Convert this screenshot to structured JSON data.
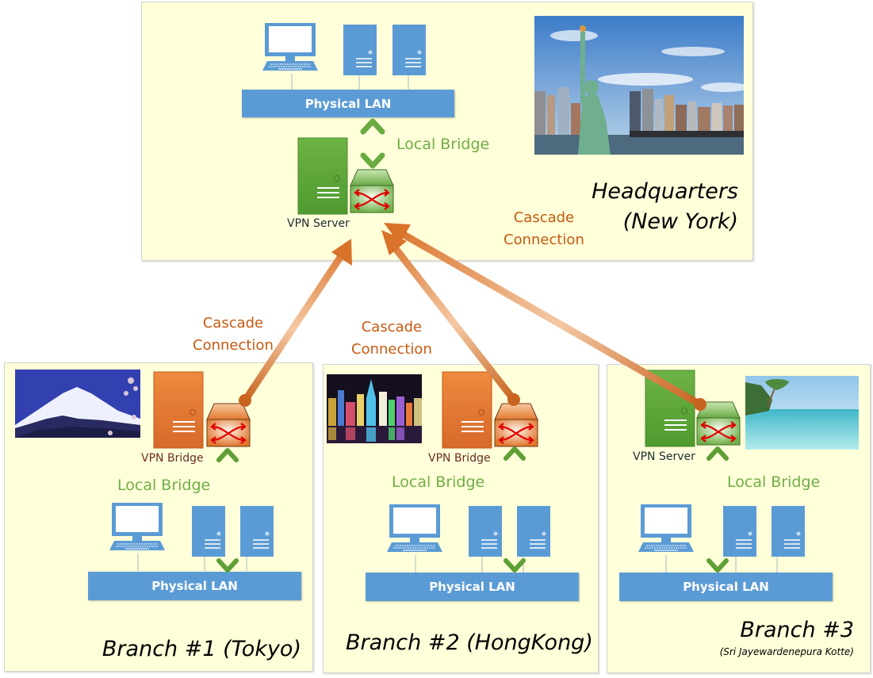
{
  "colors": {
    "site_bg": "#ffffd9",
    "lan_blue": "#5b9bd5",
    "local_bridge_green": "#70ad47",
    "cascade_orange": "#c55a11",
    "vpn_server_green": "#5fa03a",
    "vpn_bridge_orange": "#e07a30"
  },
  "headquarters": {
    "title": "Headquarters",
    "subtitle": "(New York)",
    "lan_label": "Physical LAN",
    "local_bridge_label": "Local Bridge",
    "device_label": "VPN Server",
    "device_type": "vpn-server",
    "cascade_line1": "Cascade",
    "cascade_line2": "Connection",
    "photo": "statue-of-liberty-new-york-skyline"
  },
  "branches": [
    {
      "title": "Branch #1 (Tokyo)",
      "subtitle": "",
      "lan_label": "Physical LAN",
      "local_bridge_label": "Local Bridge",
      "device_label": "VPN Bridge",
      "device_type": "vpn-bridge",
      "photo": "mount-fuji"
    },
    {
      "title": "Branch #2 (HongKong)",
      "subtitle": "",
      "lan_label": "Physical LAN",
      "local_bridge_label": "Local Bridge",
      "device_label": "VPN Bridge",
      "device_type": "vpn-bridge",
      "photo": "hong-kong-night-skyline"
    },
    {
      "title": "Branch #3",
      "subtitle": "(Sri Jayewardenepura Kotte)",
      "lan_label": "Physical LAN",
      "local_bridge_label": "Local Bridge",
      "device_label": "VPN Server",
      "device_type": "vpn-server",
      "photo": "tropical-beach"
    }
  ],
  "cascade_labels": [
    {
      "line1": "Cascade",
      "line2": "Connection"
    },
    {
      "line1": "Cascade",
      "line2": "Connection"
    }
  ]
}
